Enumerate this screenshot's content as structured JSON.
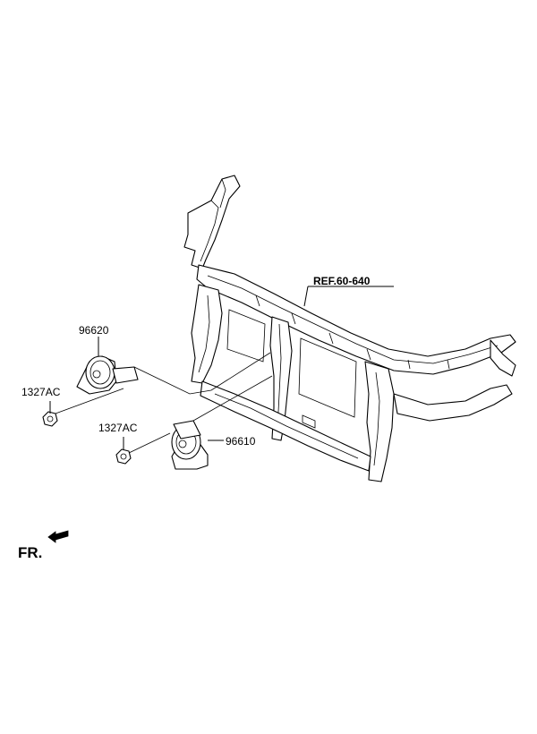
{
  "labels": {
    "ref": "REF.60-640",
    "horn_upper": "96620",
    "horn_lower": "96610",
    "nut_upper": "1327AC",
    "nut_lower": "1327AC",
    "front": "FR."
  }
}
